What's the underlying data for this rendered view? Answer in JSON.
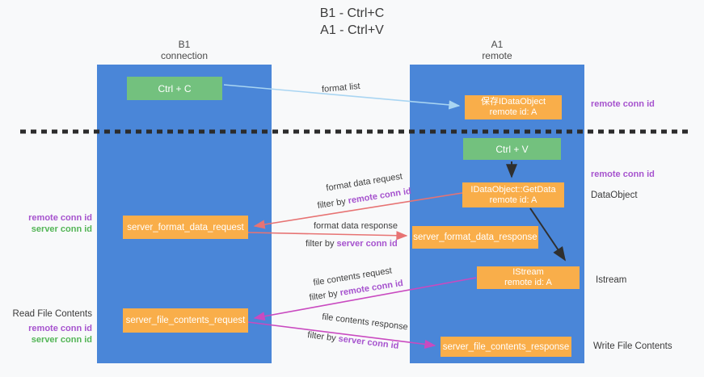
{
  "title": {
    "line1": "B1 - Ctrl+C",
    "line2": "A1 - Ctrl+V"
  },
  "lanes": {
    "left": {
      "title": "B1",
      "subtitle": "connection"
    },
    "right": {
      "title": "A1",
      "subtitle": "remote"
    }
  },
  "boxes": {
    "ctrl_c": {
      "label": "Ctrl + C"
    },
    "ctrl_v": {
      "label": "Ctrl + V"
    },
    "save_dataobject": {
      "line1": "保存IDataObject",
      "line2": "remote id: A"
    },
    "getdata": {
      "line1": "IDataObject::GetData",
      "line2": "remote id: A"
    },
    "istream": {
      "line1": "IStream",
      "line2": "remote id: A"
    },
    "format_request": {
      "label": "server_format_data_request"
    },
    "format_response": {
      "label": "server_format_data_response"
    },
    "file_request": {
      "label": "server_file_contents_request"
    },
    "file_response": {
      "label": "server_file_contents_response"
    }
  },
  "left_labels": {
    "remote_conn_id_1": "remote conn id",
    "server_conn_id_1": "server conn id",
    "read_file_contents": "Read File Contents",
    "remote_conn_id_2": "remote conn id",
    "server_conn_id_2": "server conn id"
  },
  "right_labels": {
    "remote_conn_id_1": "remote conn id",
    "remote_conn_id_2": "remote conn id",
    "dataobject": "DataObject",
    "istream": "Istream",
    "write_file_contents": "Write File Contents"
  },
  "arrow_labels": {
    "format_list": "format list",
    "format_data_request": "format data request",
    "filter_by_1_prefix": "filter by ",
    "filter_by_1_key": "remote conn id",
    "format_data_response": "format data response",
    "filter_by_2_prefix": "filter by ",
    "filter_by_2_key": "server conn id",
    "file_contents_request": "file contents request",
    "filter_by_3_prefix": "filter by ",
    "filter_by_3_key": "remote conn id",
    "file_contents_response": "file contents response",
    "filter_by_4_prefix": "filter by ",
    "filter_by_4_key": "server conn id"
  },
  "colors": {
    "lane_blue": "#4a86d8",
    "box_green": "#73c17e",
    "box_orange": "#f9ae4a",
    "purple_text": "#a653ce",
    "green_text": "#53b556",
    "arrow_red": "#e77373",
    "arrow_magenta": "#c94ac0",
    "arrow_light_blue": "#a9d5f2",
    "arrow_black": "#2f2f2f",
    "dashed_divider": "#2b2b2b"
  }
}
